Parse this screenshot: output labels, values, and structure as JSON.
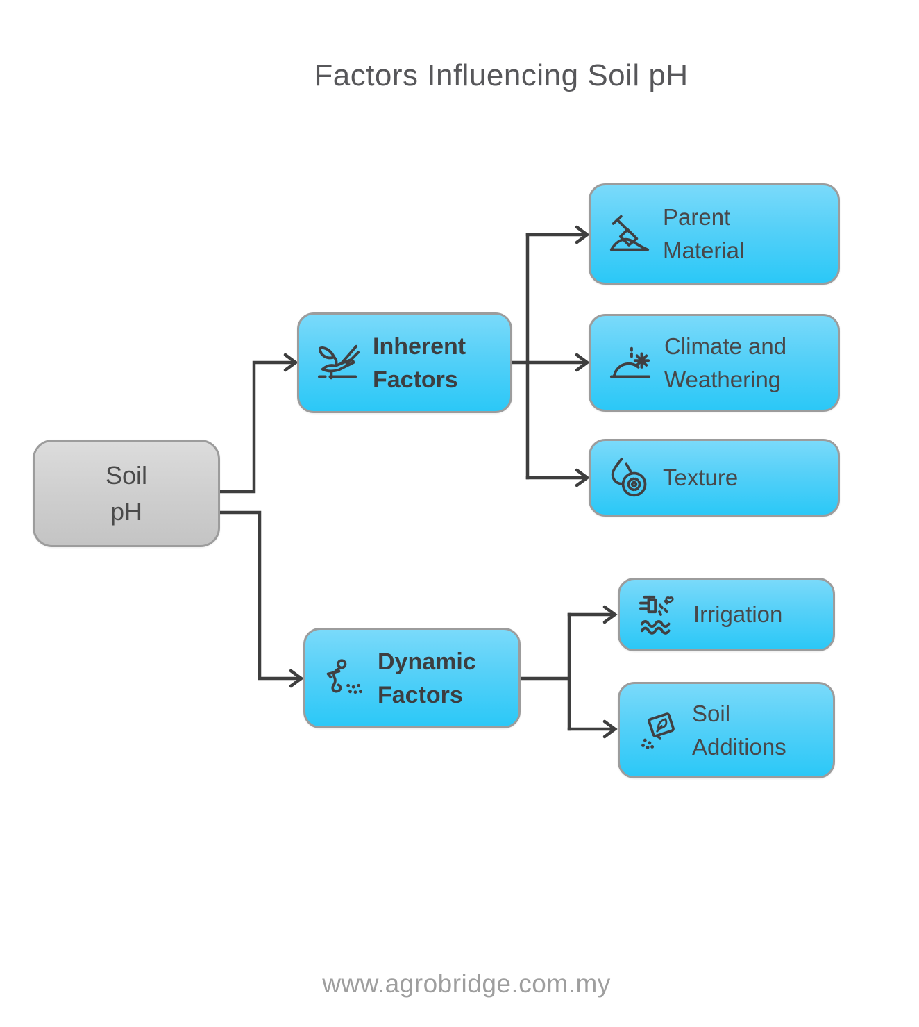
{
  "title": "Factors Influencing Soil pH",
  "footer": "www.agrobridge.com.my",
  "colors": {
    "node_blue_top": "#7adafa",
    "node_blue_bottom": "#2bc8f7",
    "node_gray_top": "#dcdcdc",
    "node_gray_bottom": "#c4c4c4",
    "node_border": "#9c9c9c",
    "connector": "#3e3e3e",
    "node_text": "#48484a",
    "title_text": "#57575a",
    "footer_text": "#9e9e9e"
  },
  "nodes": {
    "root": {
      "lines": [
        "Soil",
        "pH"
      ]
    },
    "inherent": {
      "lines": [
        "Inherent",
        "Factors"
      ],
      "icon": "sprout-icon"
    },
    "parent_material": {
      "lines": [
        "Parent",
        "Material"
      ],
      "icon": "shovel-icon"
    },
    "climate": {
      "lines": [
        "Climate and",
        "Weathering"
      ],
      "icon": "sunrise-sun-icon"
    },
    "texture": {
      "lines": [
        "Texture"
      ],
      "icon": "droplet-gear-icon"
    },
    "dynamic": {
      "lines": [
        "Dynamic",
        "Factors"
      ],
      "icon": "sower-icon"
    },
    "irrigation": {
      "lines": [
        "Irrigation"
      ],
      "icon": "tap-water-icon"
    },
    "soil_additions": {
      "lines": [
        "Soil",
        "Additions"
      ],
      "icon": "seed-packet-icon"
    }
  }
}
